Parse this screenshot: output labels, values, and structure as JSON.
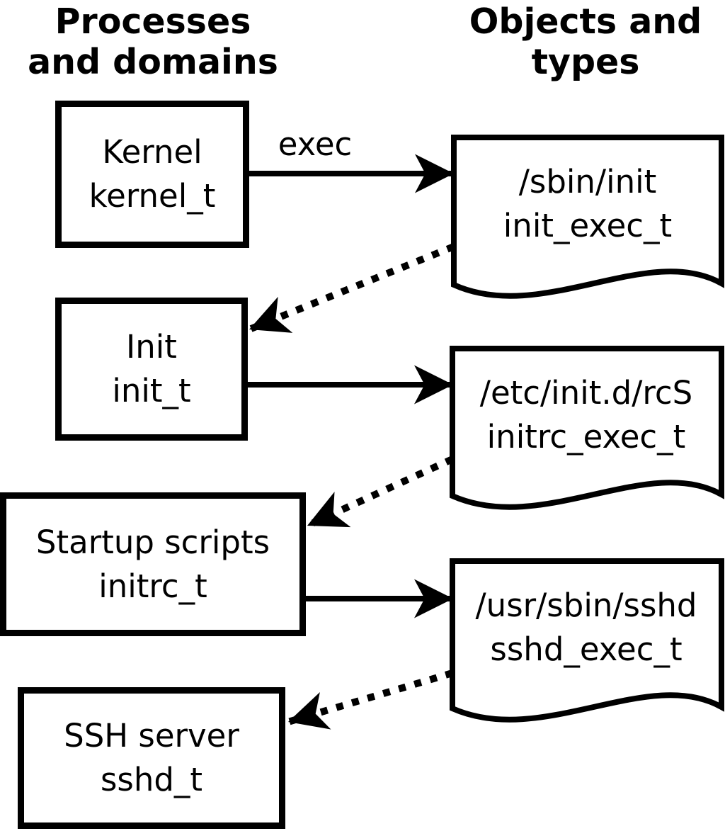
{
  "headers": {
    "left": {
      "line1": "Processes",
      "line2": "and domains"
    },
    "right": {
      "line1": "Objects and",
      "line2": "types"
    }
  },
  "process_boxes": [
    {
      "name": "Kernel",
      "type": "kernel_t"
    },
    {
      "name": "Init",
      "type": "init_t"
    },
    {
      "name": "Startup scripts",
      "type": "initrc_t"
    },
    {
      "name": "SSH server",
      "type": "sshd_t"
    }
  ],
  "object_docs": [
    {
      "path": "/sbin/init",
      "type": "init_exec_t"
    },
    {
      "path": "/etc/init.d/rcS",
      "type": "initrc_exec_t"
    },
    {
      "path": "/usr/sbin/sshd",
      "type": "sshd_exec_t"
    }
  ],
  "edge_labels": {
    "exec": "exec"
  },
  "edges": [
    {
      "from": "Kernel kernel_t",
      "to": "/sbin/init init_exec_t",
      "label": "exec",
      "style": "solid"
    },
    {
      "from": "/sbin/init init_exec_t",
      "to": "Init init_t",
      "label": "",
      "style": "dotted"
    },
    {
      "from": "Init init_t",
      "to": "/etc/init.d/rcS initrc_exec_t",
      "label": "",
      "style": "solid"
    },
    {
      "from": "/etc/init.d/rcS initrc_exec_t",
      "to": "Startup scripts initrc_t",
      "label": "",
      "style": "dotted"
    },
    {
      "from": "Startup scripts initrc_t",
      "to": "/usr/sbin/sshd sshd_exec_t",
      "label": "",
      "style": "solid"
    },
    {
      "from": "/usr/sbin/sshd sshd_exec_t",
      "to": "SSH server sshd_t",
      "label": "",
      "style": "dotted"
    }
  ],
  "colors": {
    "ink": "#000000",
    "background": "#ffffff"
  }
}
